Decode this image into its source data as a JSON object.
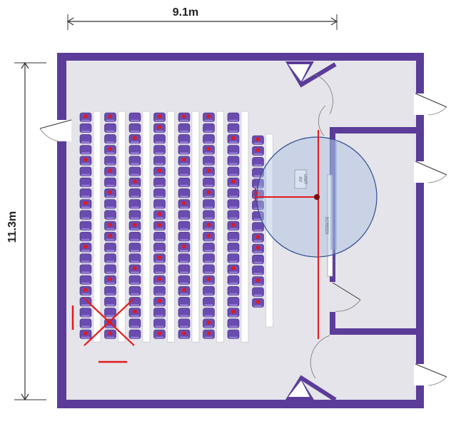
{
  "dimensions": {
    "width_label": "9.1m",
    "height_label": "11.3m"
  },
  "labels": {
    "av_unit_line1": "AV",
    "av_unit_line2": "UNIT",
    "screen": "SCREEN"
  },
  "seating": {
    "rows": 21,
    "columns": 8,
    "short_column_rows": 16
  },
  "colors": {
    "wall": "#5b3c99",
    "floor": "#e4e4ea",
    "seat": "#6a4cb0",
    "marker": "#e3191b",
    "viewing_zone_fill": "#a9bfe0",
    "viewing_zone_stroke": "#2f4f8f",
    "dimension_line": "#333333"
  }
}
